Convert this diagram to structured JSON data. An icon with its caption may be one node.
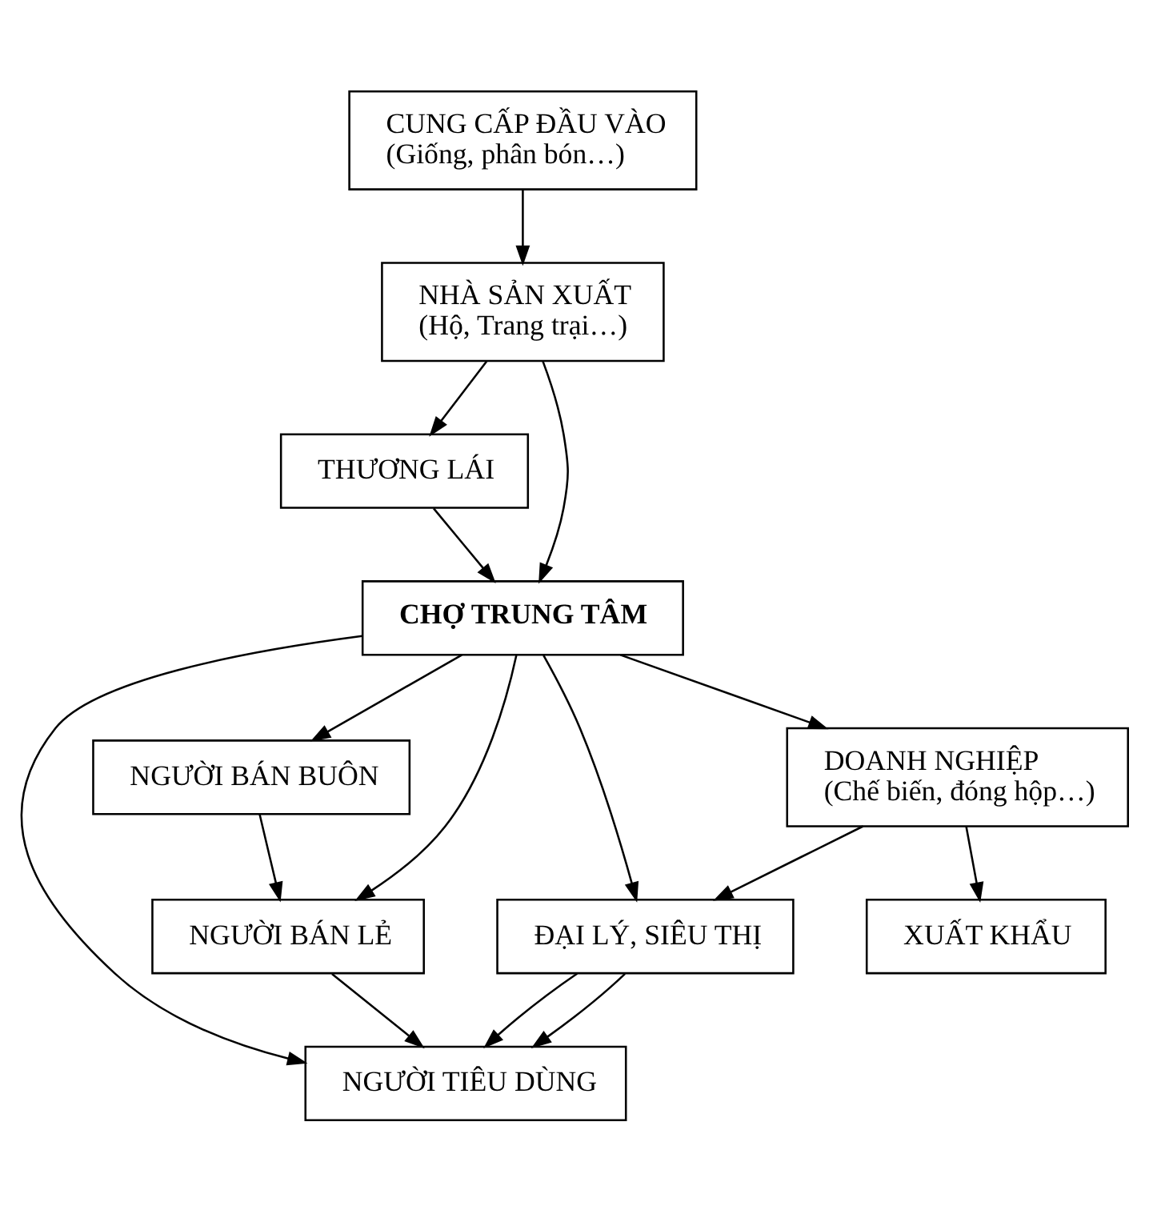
{
  "diagram": {
    "nodes": [
      {
        "text": [
          "CUNG CẤP ĐẦU VÀO",
          "(Giống, phân bón…)"
        ]
      },
      {
        "text": [
          "NHÀ SẢN XUẤT",
          "(Hộ, Trang trại…)"
        ]
      },
      {
        "text": [
          "THƯƠNG LÁI"
        ]
      },
      {
        "text": [
          "CHỢ TRUNG TÂM"
        ]
      },
      {
        "text": [
          "NGƯỜI TIÊU DÙNG"
        ]
      },
      {
        "text": [
          "NGƯỜI BÁN BUÔN"
        ]
      },
      {
        "text": [
          "NGƯỜI BÁN LẺ"
        ]
      },
      {
        "text": [
          "DOANH NGHIỆP",
          "(Chế biến, đóng hộp…)"
        ]
      },
      {
        "text": [
          "ĐẠI LÝ, SIÊU THỊ"
        ]
      },
      {
        "text": [
          "XUẤT KHẨU"
        ]
      }
    ],
    "edges": [
      {
        "from": 0,
        "to": 1,
        "arrow": "to"
      },
      {
        "from": 1,
        "to": 3,
        "arrow": "to"
      },
      {
        "from": 1,
        "to": 2,
        "arrow": "to"
      },
      {
        "from": 2,
        "to": 3,
        "arrow": "to"
      },
      {
        "from": 3,
        "to": 4,
        "arrow": "to"
      },
      {
        "from": 3,
        "to": 7,
        "arrow": "to"
      },
      {
        "from": 3,
        "to": 5,
        "arrow": "to"
      },
      {
        "from": 5,
        "to": 6,
        "arrow": "to"
      },
      {
        "from": 6,
        "to": 4,
        "arrow": "to"
      },
      {
        "from": 3,
        "to": 6,
        "arrow": "to"
      },
      {
        "from": 3,
        "to": 8,
        "arrow": "to"
      },
      {
        "from": 7,
        "to": 8,
        "arrow": "to"
      },
      {
        "from": 7,
        "to": 9,
        "arrow": "to"
      },
      {
        "from": 8,
        "to": 4,
        "arrow": "to"
      },
      {
        "from": 8,
        "to": 4,
        "arrow": "to"
      }
    ]
  }
}
